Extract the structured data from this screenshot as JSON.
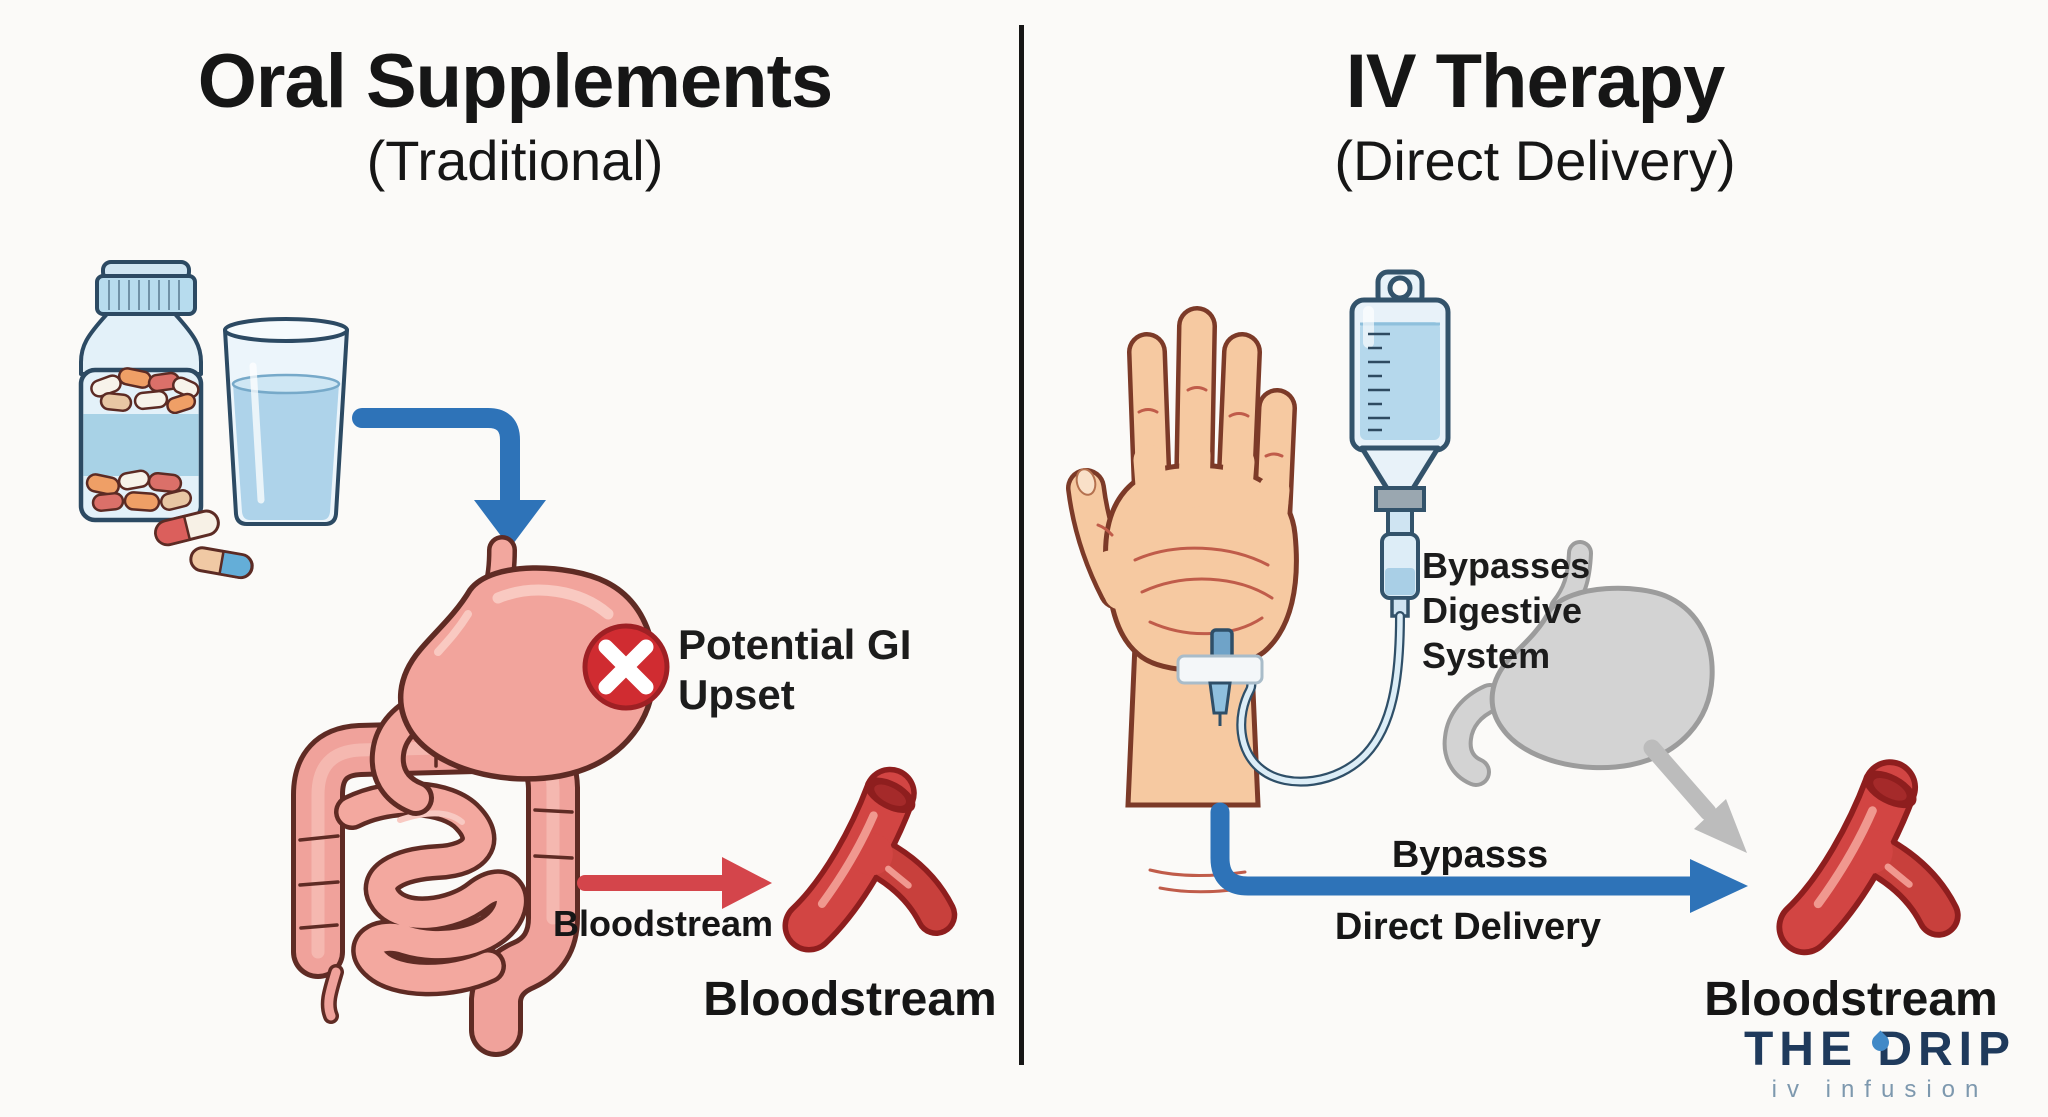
{
  "left": {
    "title": "Oral Supplements",
    "subtitle": "(Traditional)",
    "warning": "Potential GI Upset",
    "arrow_label": "Bloodstream",
    "vessel_label": "Bloodstream"
  },
  "right": {
    "title": "IV Therapy",
    "subtitle": "(Direct Delivery)",
    "bypass_note": "Bypasses Digestive System",
    "arrow_label_top": "Bypasss",
    "arrow_label_bottom": "Direct Delivery",
    "vessel_label": "Bloodstream",
    "logo_text": "THE DRIP",
    "logo_tagline": "iv infusion"
  },
  "icons": {
    "error-x-icon": "✕",
    "droplet-icon": "water drop",
    "pill-bottle-icon": "bottle of pills",
    "water-glass-icon": "glass of water",
    "digestive-system-icon": "stomach and intestines",
    "hand-iv-icon": "hand with IV line",
    "iv-bag-icon": "IV drip bag",
    "stomach-bypassed-icon": "grayed-out stomach",
    "blood-vessel-icon": "branched blood vessel"
  },
  "colors": {
    "background": "#fbfaf8",
    "divider": "#161616",
    "accent_blue": "#2e73b8",
    "accent_red": "#d4454b",
    "alert_red": "#d02c31",
    "organ_pink": "#f2a49c",
    "organ_outline": "#5f2b24",
    "vessel_red": "#d24543",
    "vessel_outline": "#8e1e1e",
    "bypassed_gray": "#d3d3d3",
    "gray_arrow": "#bcbcbc",
    "skin": "#f6c9a1",
    "skin_outline": "#7c3a28",
    "iv_liquid_blue": "#b5d8ec",
    "device_outline": "#33536b",
    "logo_navy": "#1f3a5c",
    "logo_drop_blue": "#4189c7",
    "tagline_blue": "#7d98ae"
  }
}
